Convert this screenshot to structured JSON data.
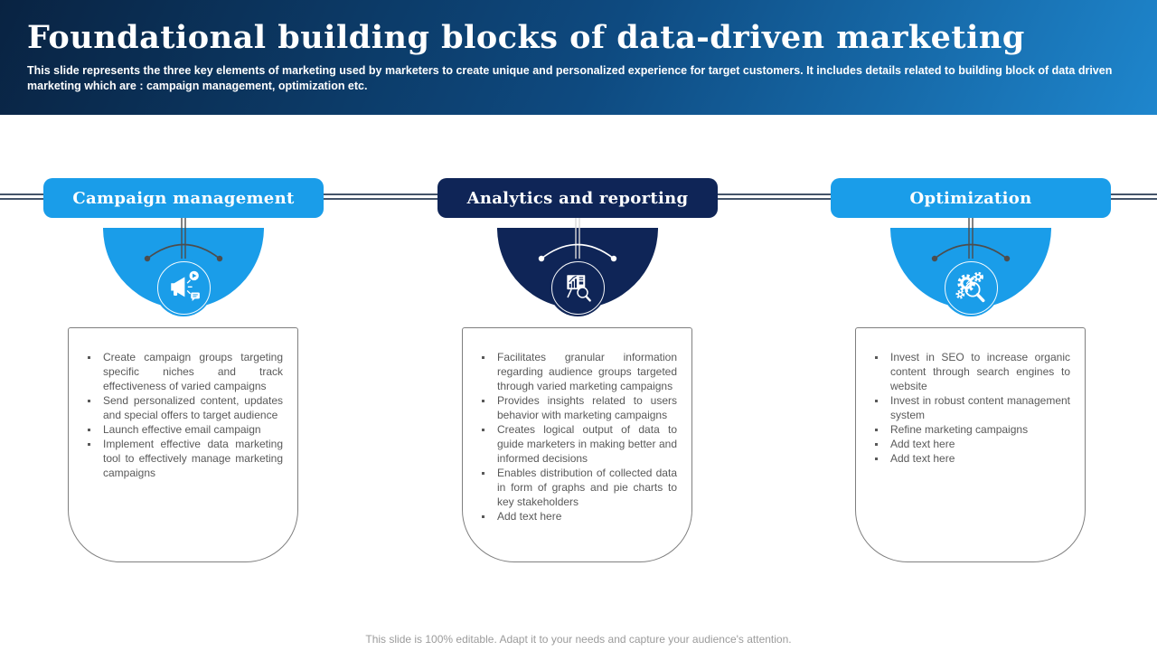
{
  "slide": {
    "title": "Foundational building blocks of data-driven marketing",
    "description": "This slide represents the three key elements of marketing used by marketers to create unique and personalized experience for target customers. It includes details related to building block of data driven marketing which are : campaign management, optimization etc.",
    "footer": "This slide is 100% editable. Adapt it to your needs and capture your audience's attention."
  },
  "colors": {
    "accent_blue": "#1a9de9",
    "navy": "#0f2557",
    "header_gradient_start": "#092342",
    "header_gradient_end": "#1e86cd",
    "rule_line": "#44546a",
    "body_text": "#595959",
    "box_border": "#7f7f7f",
    "footer_text": "#9b9b9b"
  },
  "columns": [
    {
      "label": "Campaign management",
      "color": "#1a9de9",
      "icon": "megaphone-icon",
      "bullets": [
        "Create campaign groups targeting specific niches and track effectiveness of varied campaigns",
        "Send personalized content, updates and special offers to target audience",
        "Launch effective email campaign",
        "Implement effective data marketing tool to effectively manage marketing campaigns"
      ]
    },
    {
      "label": "Analytics and reporting",
      "color": "#0f2557",
      "icon": "analytics-presentation-icon",
      "bullets": [
        "Facilitates granular information regarding audience groups targeted through varied marketing campaigns",
        "Provides insights related to users behavior with marketing campaigns",
        "Creates logical output of data to guide marketers in making better and informed decisions",
        "Enables distribution of collected data in form of graphs and pie charts to key stakeholders",
        "Add text here"
      ]
    },
    {
      "label": "Optimization",
      "color": "#1a9de9",
      "icon": "gears-magnifier-icon",
      "bullets": [
        "Invest in SEO to increase organic content through search engines to website",
        "Invest in robust content management system",
        "Refine marketing campaigns",
        "Add text here",
        "Add text here"
      ]
    }
  ]
}
